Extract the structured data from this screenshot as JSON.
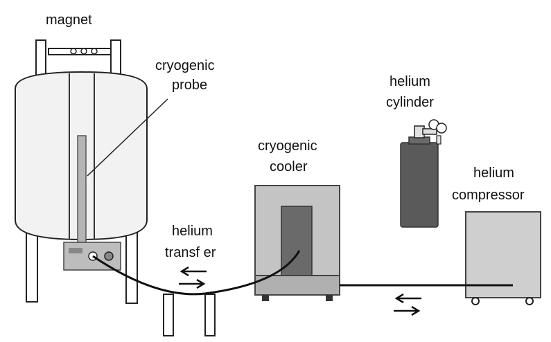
{
  "labels": {
    "magnet": "magnet",
    "probe_line1": "cryogenic",
    "probe_line2": "probe",
    "cylinder_line1": "helium",
    "cylinder_line2": "cylinder",
    "cooler_line1": "cryogenic",
    "cooler_line2": "cooler",
    "compressor_line1": "helium",
    "compressor_line2": "compressor",
    "transfer_line1": "helium",
    "transfer_line2": "transf er"
  },
  "colors": {
    "magnet_body": "#f2f2f2",
    "outline": "#222222",
    "cooler_housing": "#c4c4c4",
    "cooler_inner": "#6a6a6a",
    "cylinder_body": "#5a5a5a",
    "compressor_body": "#cfcfcf",
    "probe": "#b5b5b5",
    "line": "#111111"
  }
}
